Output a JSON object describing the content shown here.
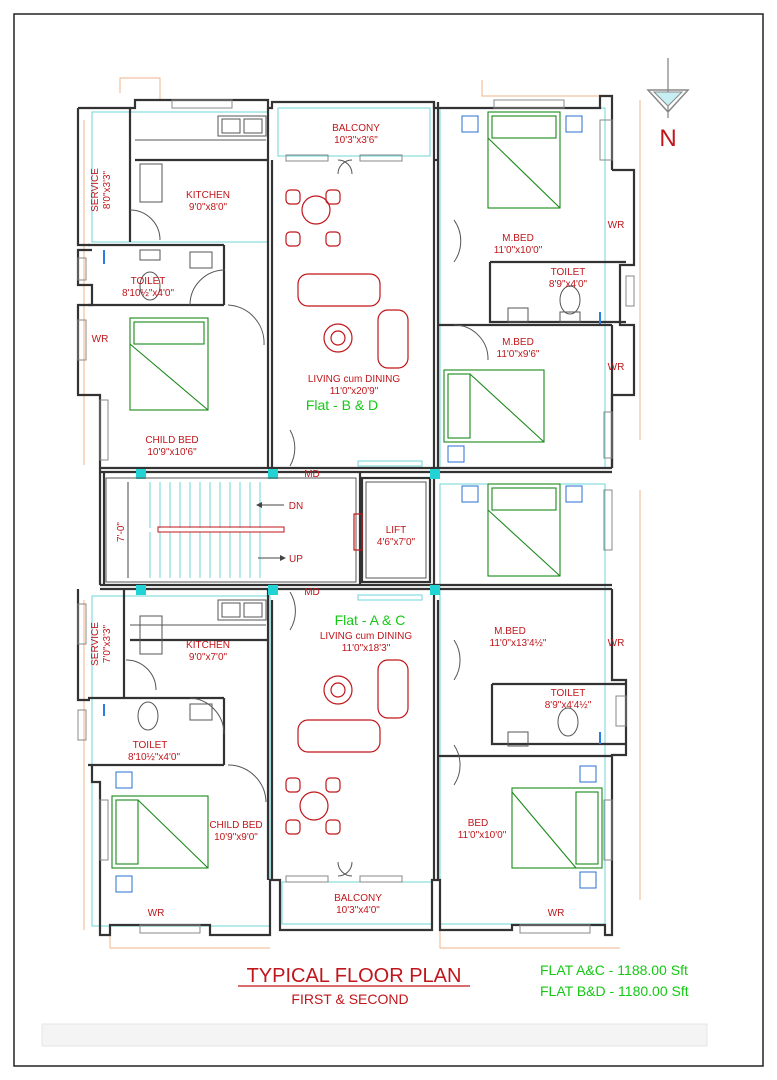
{
  "north_label": "N",
  "rooms": {
    "balcony_top": {
      "name": "BALCONY",
      "size": "10'3\"x3'6\""
    },
    "service_top": {
      "name": "SERVICE",
      "size": "8'0\"x3'3\""
    },
    "kitchen_top": {
      "name": "KITCHEN",
      "size": "9'0\"x8'0\""
    },
    "toilet_top_left": {
      "name": "TOILET",
      "size": "8'10½\"x4'0\""
    },
    "wr_top_left": {
      "name": "WR"
    },
    "child_bed_top": {
      "name": "CHILD BED",
      "size": "10'9\"x10'6\""
    },
    "living_top": {
      "name": "LIVING cum DINING",
      "size": "11'0\"x20'9\""
    },
    "mbed_top": {
      "name": "M.BED",
      "size": "11'0\"x10'0\""
    },
    "wr_top_right_1": {
      "name": "WR"
    },
    "toilet_top_right": {
      "name": "TOILET",
      "size": "8'9\"x4'0\""
    },
    "mbed_top_2": {
      "name": "M.BED",
      "size": "11'0\"x9'6\""
    },
    "wr_top_right_2": {
      "name": "WR"
    },
    "md_top": {
      "name": "MD"
    },
    "stair_dn": {
      "name": "DN"
    },
    "stair_up": {
      "name": "UP"
    },
    "stair_dim": {
      "name": "7'-0\""
    },
    "lift": {
      "name": "LIFT",
      "size": "4'6\"x7'0\""
    },
    "md_bottom": {
      "name": "MD"
    },
    "service_bottom": {
      "name": "SERVICE",
      "size": "7'0\"x3'3\""
    },
    "kitchen_bottom": {
      "name": "KITCHEN",
      "size": "9'0\"x7'0\""
    },
    "living_bottom": {
      "name": "LIVING cum DINING",
      "size": "11'0\"x18'3\""
    },
    "mbed_bottom": {
      "name": "M.BED",
      "size": "11'0\"x13'4½\""
    },
    "wr_bottom_right_1": {
      "name": "WR"
    },
    "toilet_bottom_right": {
      "name": "TOILET",
      "size": "8'9\"x4'4½\""
    },
    "toilet_bottom_left": {
      "name": "TOILET",
      "size": "8'10½\"x4'0\""
    },
    "child_bed_bottom": {
      "name": "CHILD BED",
      "size": "10'9\"x9'0\""
    },
    "bed_bottom": {
      "name": "BED",
      "size": "11'0\"x10'0\""
    },
    "balcony_bottom": {
      "name": "BALCONY",
      "size": "10'3\"x4'0\""
    },
    "wr_bottom_left": {
      "name": "WR"
    },
    "wr_bottom_right_2": {
      "name": "WR"
    }
  },
  "flat_labels": {
    "upper": "Flat - B & D",
    "lower": "Flat - A & C"
  },
  "title": "TYPICAL FLOOR PLAN",
  "subtitle": "FIRST & SECOND",
  "areas": [
    "FLAT A&C - 1188.00 Sft",
    "FLAT B&D - 1180.00 Sft"
  ],
  "colors": {
    "labels": "#c0161b",
    "flat_labels": "#14c814",
    "walls": "#333333",
    "accent_cyan": "#6fd6d6",
    "furniture": "#c0161b",
    "beds": "#1a8a1a"
  }
}
